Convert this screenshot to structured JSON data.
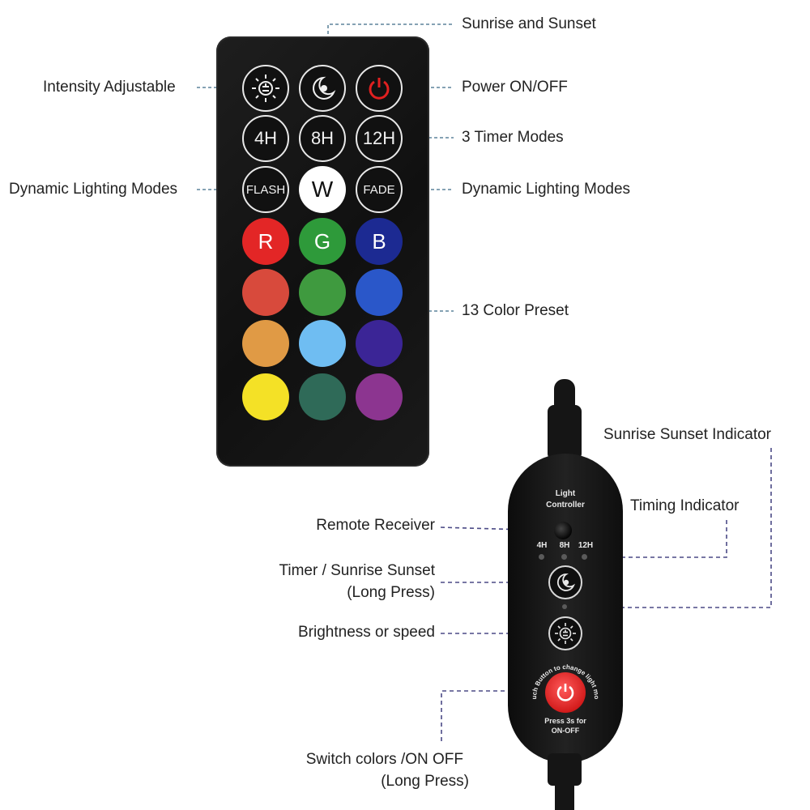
{
  "labels": {
    "sunrise_sunset": "Sunrise and Sunset",
    "intensity": "Intensity Adjustable",
    "power": "Power ON/OFF",
    "timer_modes": "3 Timer Modes",
    "dynamic_left": "Dynamic Lighting Modes",
    "dynamic_right": "Dynamic Lighting Modes",
    "color_preset": "13 Color Preset",
    "sunrise_indicator": "Sunrise Sunset Indicator",
    "timing_indicator": "Timing Indicator",
    "remote_receiver": "Remote Receiver",
    "timer_sunrise_line1": "Timer / Sunrise Sunset",
    "timer_sunrise_line2": "(Long Press)",
    "brightness": "Brightness or speed",
    "switch_line1": "Switch colors /ON OFF",
    "switch_line2": "(Long Press)"
  },
  "remote": {
    "timers": [
      "4H",
      "8H",
      "12H"
    ],
    "flash": "FLASH",
    "white": "W",
    "fade": "FADE",
    "rgb": [
      "R",
      "G",
      "B"
    ],
    "colors": {
      "r": "#e32626",
      "g": "#2e9a3a",
      "b": "#1c2a92",
      "row2": [
        "#d84a3c",
        "#3f9a3f",
        "#2a57c9"
      ],
      "row3": [
        "#e09a45",
        "#6fbdf2",
        "#3b2596"
      ],
      "row4": [
        "#f4e126",
        "#2f6a58",
        "#8c3590"
      ]
    },
    "power_color": "#e02020"
  },
  "controller": {
    "title_line1": "Light",
    "title_line2": "Controller",
    "indicators": [
      "4H",
      "8H",
      "12H"
    ],
    "curved_text": "Touch Button to change light mode",
    "press_line1": "Press 3s for",
    "press_line2": "ON-OFF"
  }
}
